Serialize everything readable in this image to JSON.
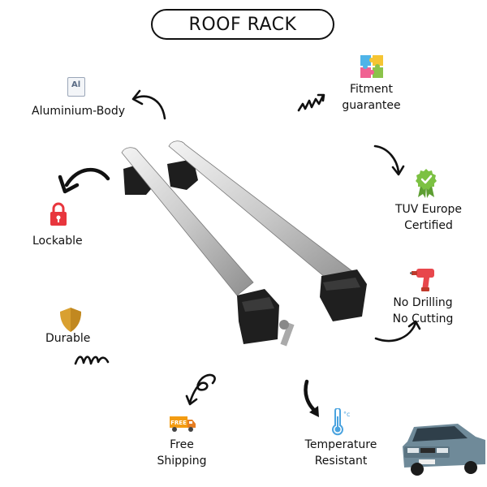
{
  "title": "ROOF RACK",
  "features": {
    "aluminium": {
      "label": "Aluminium-Body",
      "icon": "aluminium-element-icon",
      "icon_text": "Al"
    },
    "lockable": {
      "label": "Lockable",
      "icon": "padlock-icon",
      "color": "#e8363d"
    },
    "durable": {
      "label": "Durable",
      "icon": "shield-icon",
      "color": "#d9a030"
    },
    "fitment": {
      "line1": "Fitment",
      "line2": "guarantee",
      "icon": "puzzle-icon"
    },
    "tuv": {
      "line1": "TUV Europe",
      "line2": "Certified",
      "icon": "certified-badge-icon",
      "color": "#7cc142"
    },
    "no_drilling": {
      "line1": "No Drilling",
      "line2": "No Cutting",
      "icon": "drill-icon",
      "color": "#e8474c"
    },
    "shipping": {
      "line1": "Free",
      "line2": "Shipping",
      "icon": "free-shipping-truck-icon",
      "badge_text": "FREE",
      "color": "#f39c12"
    },
    "temperature": {
      "line1": "Temperature",
      "line2": "Resistant",
      "icon": "thermometer-icon",
      "color": "#4aa3df"
    }
  },
  "images": {
    "product": "roof-rack-bars-image",
    "car": "sedan-car-image"
  }
}
